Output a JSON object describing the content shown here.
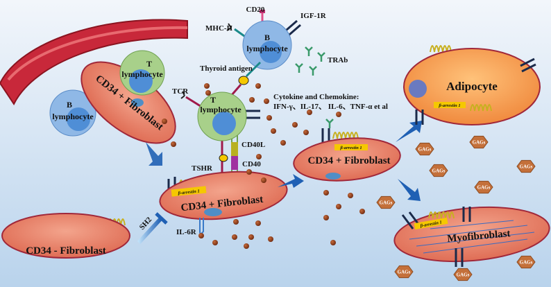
{
  "labels": {
    "b_lymph_top_1": "B",
    "b_lymph_top_2": "lymphocyte",
    "b_lymph_vessel_1": "B",
    "b_lymph_vessel_2": "lymphocyte",
    "t_lymph_vessel_1": "T",
    "t_lymph_vessel_2": "lymphocyte",
    "t_lymph_mid_1": "T",
    "t_lymph_mid_2": "lymphocyte",
    "cd20": "CD20",
    "igf1r": "IGF-1R",
    "mhc2": "MHC-II",
    "trab": "TRAb",
    "thyroid_antigen": "Thyroid antigen",
    "tcr": "TCR",
    "cytokine_1": "Cytokine and Chemokine:",
    "cytokine_2": "IFN-γ、IL-17、 IL-6、TNF-α et al",
    "cd40l": "CD40L",
    "cd40": "CD40",
    "tshr": "TSHR",
    "il6r": "IL-6R",
    "sh2": "SH2",
    "barrestin": "β-arrestin 1",
    "fibro_vessel": "CD34 + Fibroblast",
    "fibro_main": "CD34 + Fibroblast",
    "fibro_mid": "CD34 + Fibroblast",
    "fibro_neg": "CD34 - Fibroblast",
    "adipocyte": "Adipocyte",
    "myofibroblast": "Myofibroblast",
    "gags": "GAGs"
  },
  "colors": {
    "fibroblast": "#e8826a",
    "adipocyte": "#f5a25a",
    "b_cell": "#8fb8e6",
    "t_cell": "#a8d08a",
    "vessel": "#c8283a",
    "arrow": "#2a6fc0",
    "gags": "#c4703a",
    "cytokine": "#8a3a1a"
  }
}
